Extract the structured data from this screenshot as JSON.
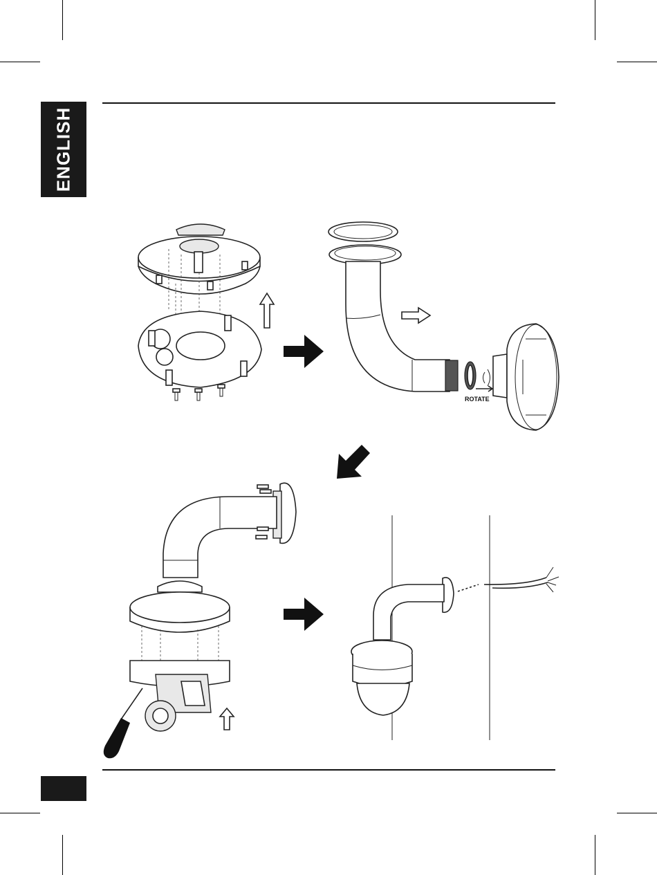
{
  "sidebar": {
    "language_label": "ENGLISH"
  },
  "figure": {
    "rotate_label": "ROTATE",
    "steps": [
      "step-1-base-plate",
      "step-2-wall-mount-bracket",
      "step-3-attach-camera",
      "step-4-mount-to-wall"
    ],
    "icons": [
      "arrow-right-icon",
      "arrow-down-left-icon",
      "screwdriver-icon",
      "rotate-icon"
    ]
  },
  "colors": {
    "ink": "#111111",
    "paper": "#ffffff",
    "tab": "#1a1a1a"
  }
}
